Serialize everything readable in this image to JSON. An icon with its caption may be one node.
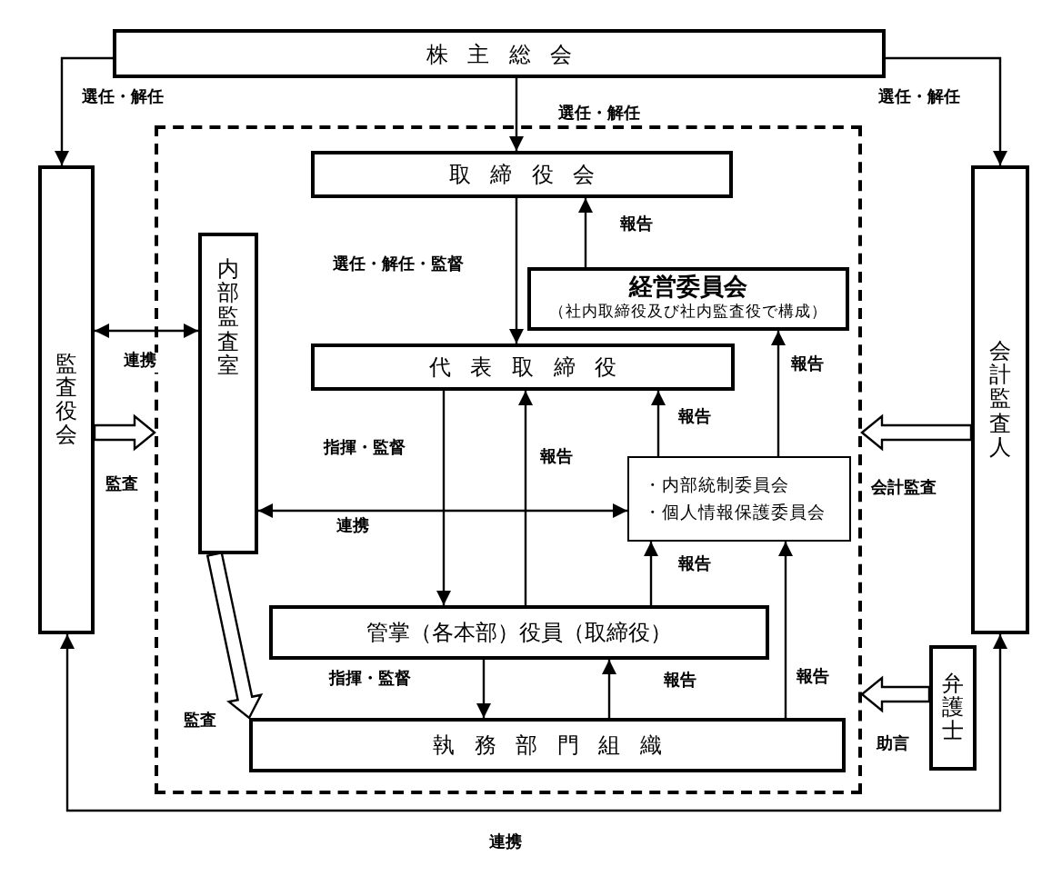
{
  "diagram": {
    "nodes": [
      {
        "text": [
          "株主総会"
        ]
      },
      {
        "text": [
          "監査役会"
        ]
      },
      {
        "text": [
          "会計監査人"
        ]
      },
      {
        "text": [],
        "shape": "box"
      },
      {
        "text": [
          "取締役会"
        ],
        "in": 3
      },
      {
        "text": [
          "内部監査室"
        ],
        "in": 3
      },
      {
        "text": [
          "経営委員会",
          "（社内取締役及び社内監査役で構成）"
        ],
        "in": 3
      },
      {
        "text": [
          "代表取締役"
        ],
        "in": 3
      },
      {
        "text": [
          "・内部統制委員会",
          "・個人情報保護委員会"
        ],
        "in": 3
      },
      {
        "text": [
          "管掌（各本部）役員（取締役）"
        ],
        "in": 3
      },
      {
        "text": [
          "執務部門組織"
        ],
        "in": 3
      },
      {
        "text": [
          "弁護士"
        ]
      }
    ],
    "edges": [
      {
        "from": 0,
        "to": 1,
        "arrow": "to",
        "label": "選任・解任"
      },
      {
        "from": 0,
        "to": 2,
        "arrow": "to",
        "label": "選任・解任"
      },
      {
        "from": 0,
        "to": 4,
        "arrow": "to",
        "label": "選任・解任"
      },
      {
        "from": 4,
        "to": 7,
        "arrow": "to",
        "label": "選任・解任・監督"
      },
      {
        "from": 6,
        "to": 4,
        "arrow": "to",
        "label": "報告"
      },
      {
        "from": 7,
        "to": 9,
        "arrow": "to",
        "label": "指揮・監督"
      },
      {
        "from": 9,
        "to": 7,
        "arrow": "to",
        "label": "報告"
      },
      {
        "from": 8,
        "to": 7,
        "arrow": "to",
        "label": "報告"
      },
      {
        "from": 8,
        "to": 6,
        "arrow": "to",
        "label": "報告"
      },
      {
        "from": 5,
        "to": 8,
        "arrow": "both",
        "label": "連携"
      },
      {
        "from": 9,
        "to": 8,
        "arrow": "to",
        "label": "報告"
      },
      {
        "from": 10,
        "to": 8,
        "arrow": "to",
        "label": "報告"
      },
      {
        "from": 9,
        "to": 10,
        "arrow": "to",
        "label": "指揮・監督"
      },
      {
        "from": 10,
        "to": 9,
        "arrow": "to",
        "label": "報告"
      },
      {
        "from": 1,
        "to": 5,
        "arrow": "both",
        "label": "連携"
      },
      {
        "from": 1,
        "to": 3,
        "arrow": "to",
        "label": "監査",
        "style": "thick"
      },
      {
        "from": 2,
        "to": 3,
        "arrow": "to",
        "label": "会計監査",
        "style": "thick"
      },
      {
        "from": 5,
        "to": 10,
        "arrow": "to",
        "label": "監査",
        "style": "thick"
      },
      {
        "from": 11,
        "to": 3,
        "arrow": "to",
        "label": "助言",
        "style": "thick"
      },
      {
        "from": 1,
        "to": 2,
        "arrow": "both",
        "label": "連携"
      }
    ]
  }
}
